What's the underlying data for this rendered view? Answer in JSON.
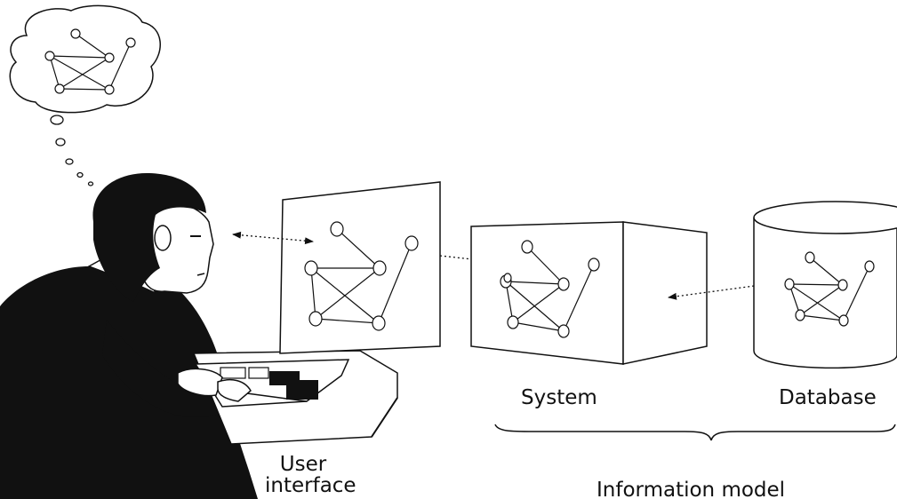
{
  "labels": {
    "user_interface_line1": "User",
    "user_interface_line2": "interface",
    "system": "System",
    "database": "Database",
    "information_model": "Information model"
  },
  "colors": {
    "ink": "#111111",
    "background": "#ffffff"
  }
}
